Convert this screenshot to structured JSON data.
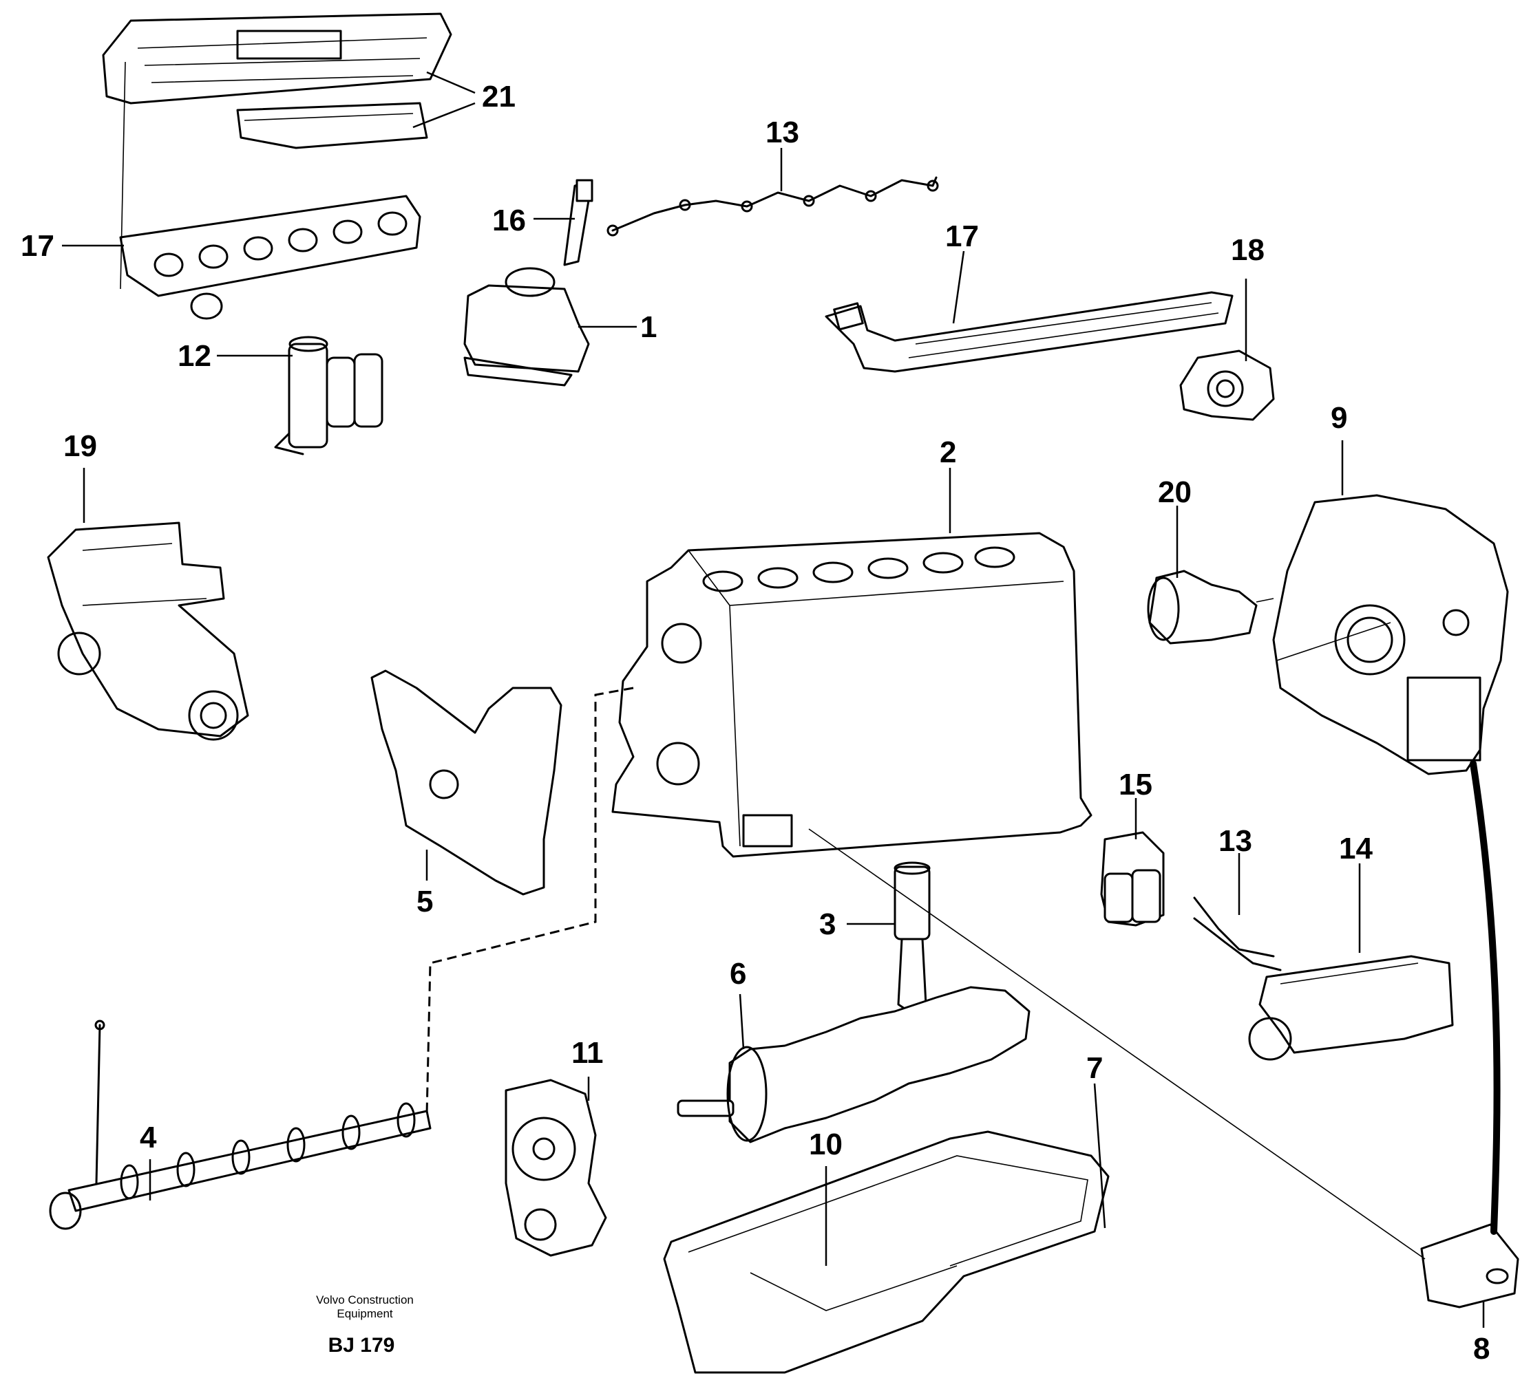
{
  "callouts": {
    "c1": "1",
    "c2": "2",
    "c3": "3",
    "c4": "4",
    "c5": "5",
    "c6": "6",
    "c7": "7",
    "c8": "8",
    "c9": "9",
    "c10": "10",
    "c11": "11",
    "c12": "12",
    "c13a": "13",
    "c13b": "13",
    "c14": "14",
    "c15": "15",
    "c16": "16",
    "c17a": "17",
    "c17b": "17",
    "c18": "18",
    "c19": "19",
    "c20": "20",
    "c21": "21"
  },
  "credit": {
    "line1": "Volvo Construction",
    "line2": "Equipment",
    "reference": "BJ 179"
  }
}
